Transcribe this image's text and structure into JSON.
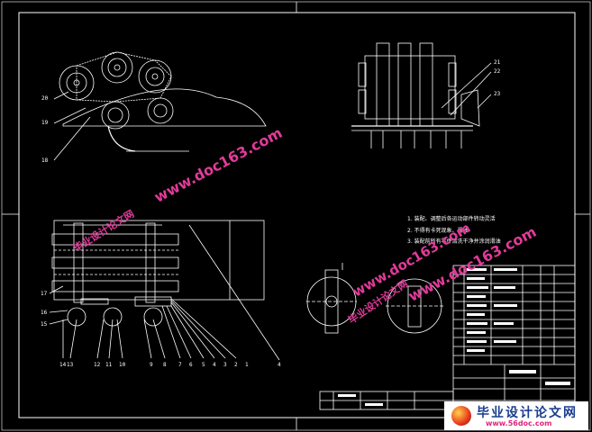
{
  "drawing": {
    "background": "#000000",
    "line_color": "#ffffff",
    "accent_color": "#e23a9a"
  },
  "callouts_top_left": [
    "20",
    "19",
    "18"
  ],
  "callouts_top_right": [
    "21",
    "22",
    "23"
  ],
  "callouts_front_left": [
    "17",
    "16",
    "15"
  ],
  "callouts_bottom": [
    "14",
    "13",
    "12",
    "11",
    "10",
    "9",
    "8",
    "7",
    "6",
    "5",
    "4",
    "3",
    "2",
    "1"
  ],
  "callouts_front_right": [
    "4"
  ],
  "notes": [
    "1. 装配、调整后各运动部件转动灵活",
    "2. 不得有卡死现象、漏油",
    "3. 装配前所有零件清洗干净并涂润滑油"
  ],
  "watermark": {
    "text_cn": "毕业设计论文网",
    "text_url": "www.doc163.com"
  },
  "logo": {
    "title": "毕业设计论文网",
    "url": "www.56doc.com"
  }
}
